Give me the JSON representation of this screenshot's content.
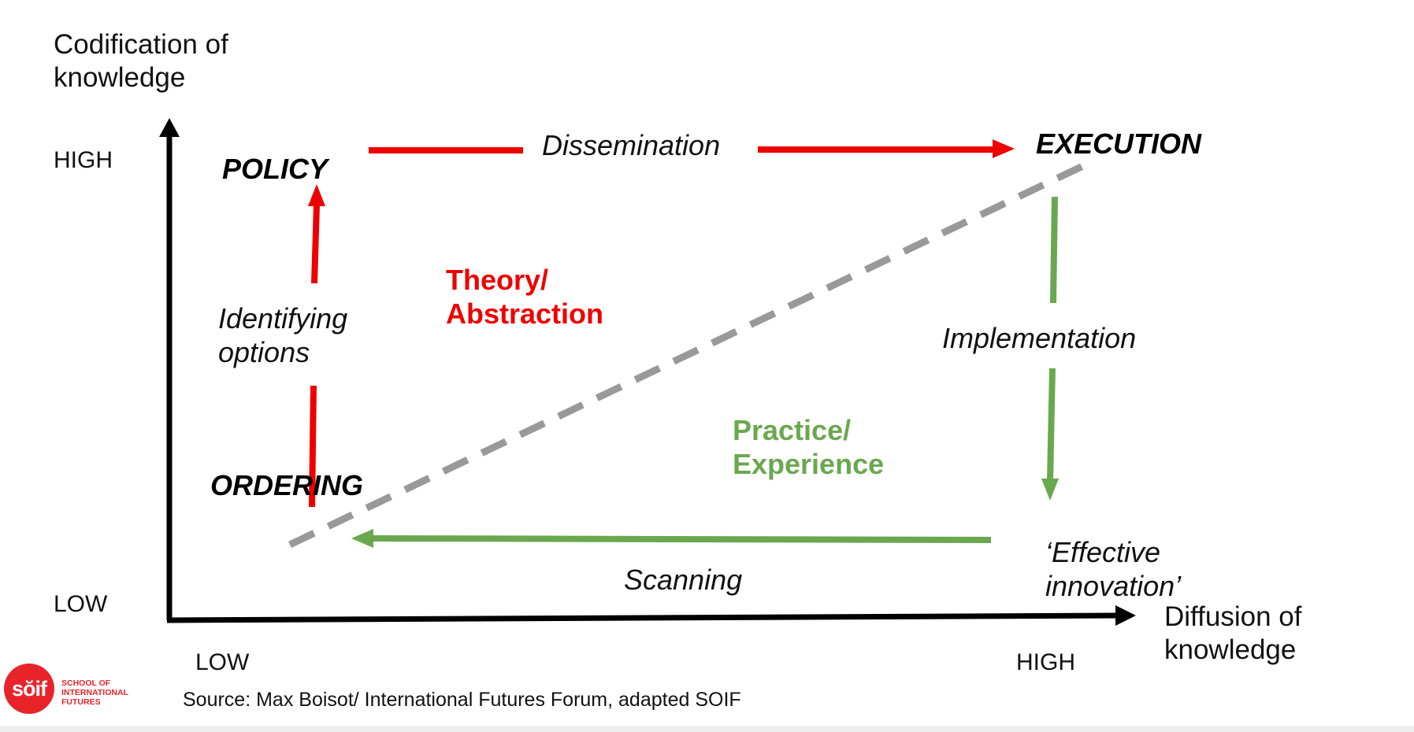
{
  "y_axis": {
    "title_line1": "Codification of",
    "title_line2": "knowledge",
    "high": "HIGH",
    "low": "LOW"
  },
  "x_axis": {
    "title_line1": "Diffusion of",
    "title_line2": "knowledge",
    "low": "LOW",
    "high": "HIGH"
  },
  "nodes": {
    "policy": "POLICY",
    "execution": "EXECUTION",
    "ordering": "ORDERING"
  },
  "flows": {
    "dissemination": "Dissemination",
    "identifying_line1": "Identifying",
    "identifying_line2": "options",
    "implementation": "Implementation",
    "effective_line1": "‘Effective",
    "effective_line2": "innovation’",
    "scanning": "Scanning"
  },
  "regions": {
    "theory_line1": "Theory/",
    "theory_line2": "Abstraction",
    "practice_line1": "Practice/",
    "practice_line2": "Experience"
  },
  "source": "Source: Max Boisot/ International Futures Forum, adapted SOIF",
  "logo": {
    "mark": "sŏif",
    "line1": "SCHOOL OF",
    "line2": "INTERNATIONAL",
    "line3": "FUTURES"
  },
  "colors": {
    "red": "#ee0000",
    "green": "#6aa84f",
    "gray": "#999999",
    "black": "#000000",
    "logo_red": "#e8242b"
  }
}
